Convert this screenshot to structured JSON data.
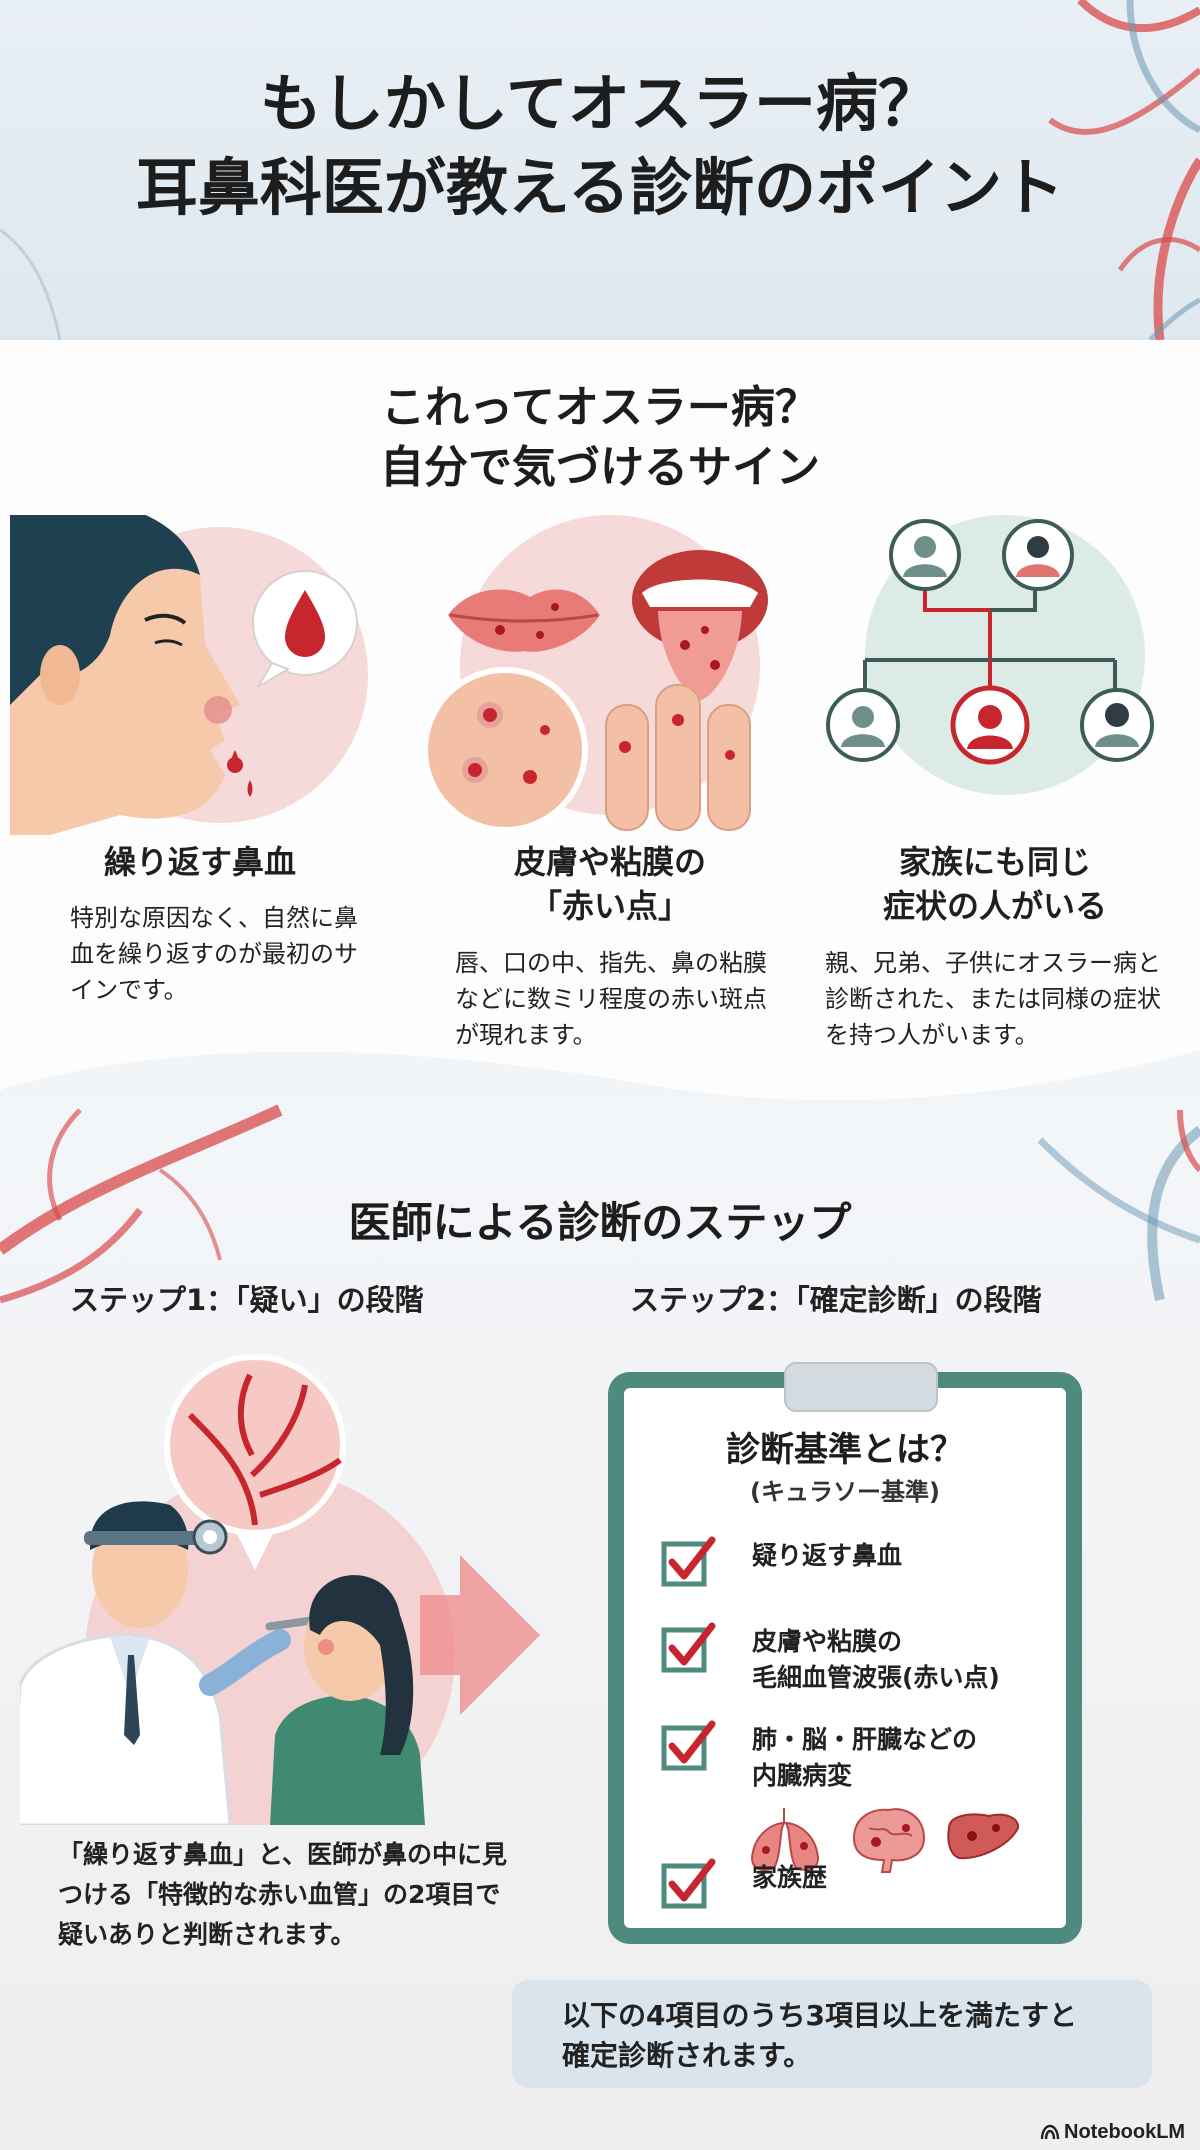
{
  "header": {
    "title_line1": "もしかしてオスラー病？",
    "title_line2": "耳鼻科医が教える診断のポイント"
  },
  "signs": {
    "title_line1": "これってオスラー病？",
    "title_line2": "自分で気づけるサイン",
    "cards": [
      {
        "heading_line1": "繰り返す鼻血",
        "heading_line2": "",
        "body": "特別な原因なく、自然に鼻血を繰り返すのが最初のサインです。",
        "icon": "nosebleed-icon"
      },
      {
        "heading_line1": "皮膚や粘膜の",
        "heading_line2": "「赤い点」",
        "body": "唇、口の中、指先、鼻の粘膜などに数ミリ程度の赤い斑点が現れます。",
        "icon": "red-spots-icon"
      },
      {
        "heading_line1": "家族にも同じ",
        "heading_line2": "症状の人がいる",
        "body": "親、兄弟、子供にオスラー病と診断された、または同様の症状を持つ人がいます。",
        "icon": "family-tree-icon"
      }
    ]
  },
  "diagnosis": {
    "title": "医師による診断のステップ",
    "step1_label": "ステップ1：「疑い」の段階",
    "step2_label": "ステップ2：「確定診断」の段階",
    "step1_text": "「繰り返す鼻血」と、医師が鼻の中に見つける「特徴的な赤い血管」の2項目で疑いありと判断されます。",
    "criteria_title": "診断基準とは？",
    "criteria_subtitle": "(キュラソー基準)",
    "criteria": [
      {
        "line1": "疑り返す鼻血",
        "line2": ""
      },
      {
        "line1": "皮膚や粘膜の",
        "line2": "毛細血管波張(赤い点)"
      },
      {
        "line1": "肺・脳・肝臓などの",
        "line2": "内臓病変"
      },
      {
        "line1": "家族歴",
        "line2": ""
      }
    ],
    "note_line1": "以下の4項目のうち3項目以上を満たすと",
    "note_line2": "確定診断されます。"
  },
  "brand": {
    "name": "NotebookLM"
  },
  "colors": {
    "accent_red": "#c8262f",
    "teal": "#4e8a7e",
    "pink_bg": "#f3d3d3",
    "note_bg": "#d9e4ec"
  }
}
